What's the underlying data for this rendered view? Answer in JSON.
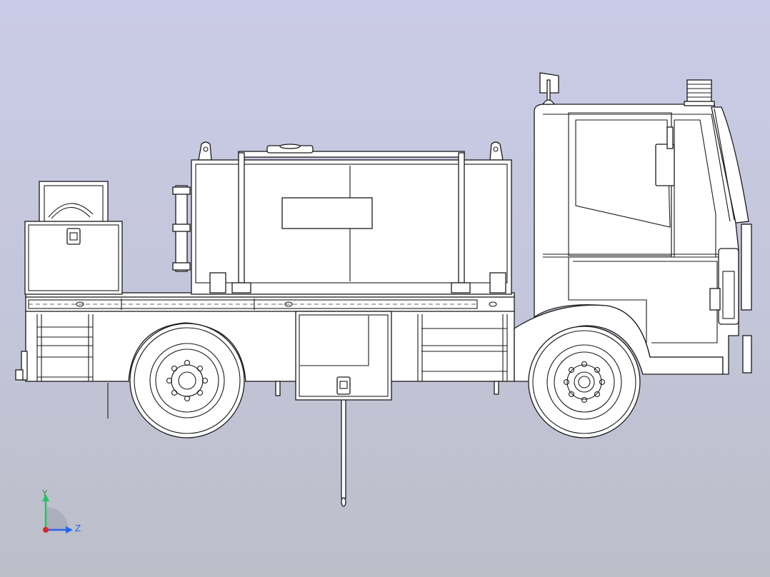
{
  "viewport": {
    "background_top": "#cacbe6",
    "background_bottom": "#bcbec8"
  },
  "model": {
    "name": "truck-side-view",
    "line_color": "#1a1a1a",
    "fill_color": "#ffffff"
  },
  "triad": {
    "y_label": "Y",
    "z_label": "Z",
    "y_color": "#22c55e",
    "z_color": "#2563eb",
    "x_color": "#dc2626"
  }
}
